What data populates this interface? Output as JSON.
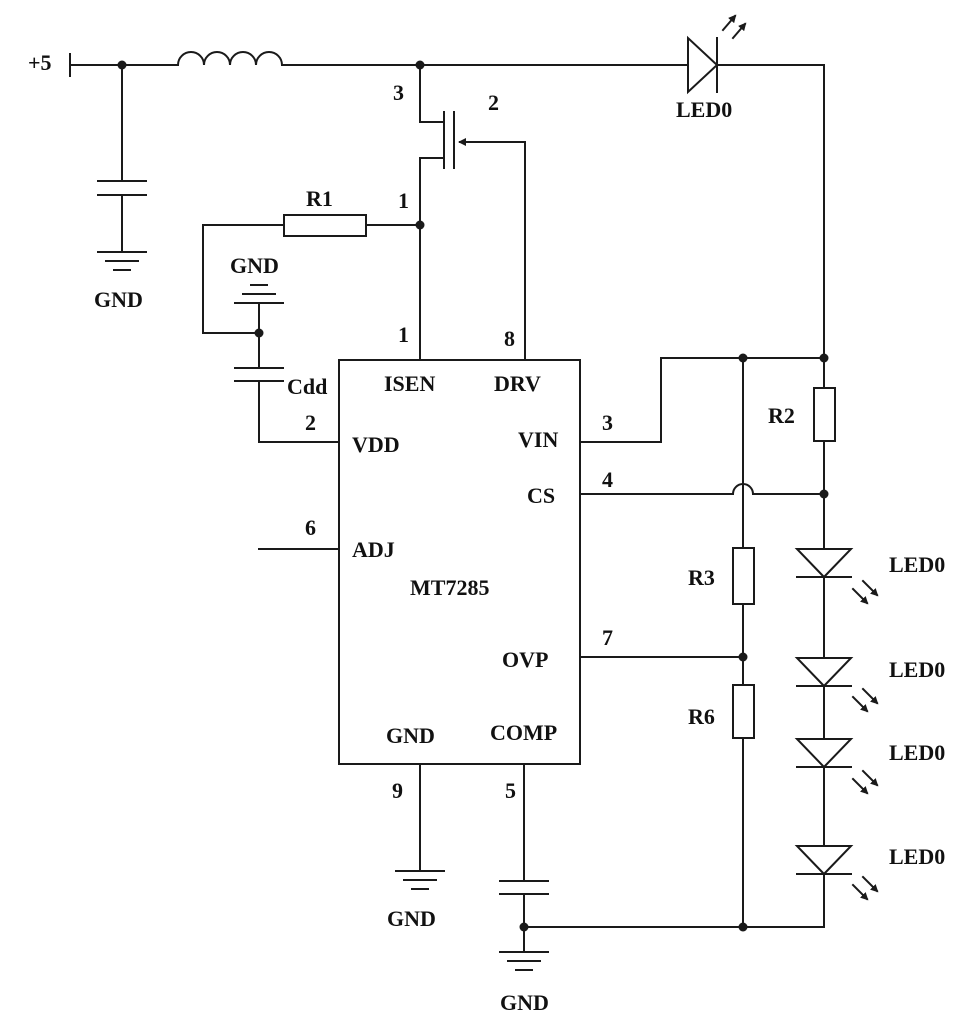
{
  "supply": {
    "label": "+5"
  },
  "chip": {
    "name": "MT7285",
    "pins": {
      "isen": "ISEN",
      "drv": "DRV",
      "vdd": "VDD",
      "vin": "VIN",
      "cs": "CS",
      "adj": "ADJ",
      "ovp": "OVP",
      "gnd": "GND",
      "comp": "COMP"
    },
    "pin_numbers": {
      "isen": "1",
      "drv": "8",
      "vdd": "2",
      "vin": "3",
      "cs": "4",
      "adj": "6",
      "ovp": "7",
      "gnd": "9",
      "comp": "5"
    }
  },
  "mosfet": {
    "drain": "3",
    "gate": "2",
    "source": "1"
  },
  "components": {
    "r1": "R1",
    "r2": "R2",
    "r3": "R3",
    "r6": "R6",
    "cdd": "Cdd",
    "led_top": "LED0",
    "led_1": "LED0",
    "led_2": "LED0",
    "led_3": "LED0",
    "led_4": "LED0"
  },
  "grounds": {
    "g1": "GND",
    "g2": "GND",
    "g3": "GND",
    "g4": "GND"
  }
}
